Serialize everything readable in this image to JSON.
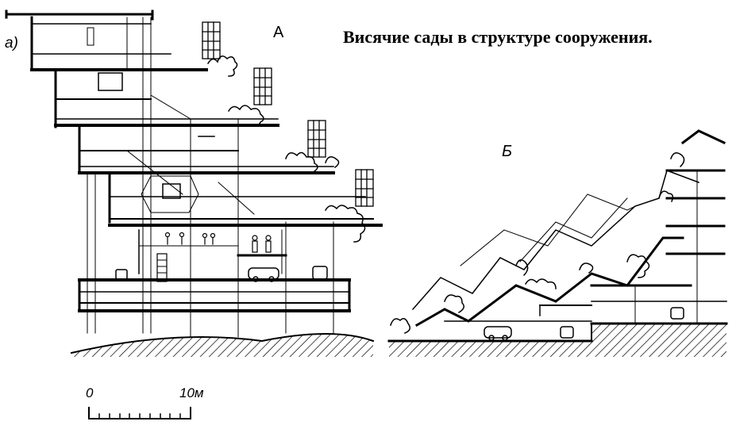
{
  "title": "Висячие сады в структуре сооружения.",
  "labels": {
    "figure": "а)",
    "section_a": "А",
    "section_b": "Б"
  },
  "scale": {
    "start": "0",
    "end": "10м"
  }
}
